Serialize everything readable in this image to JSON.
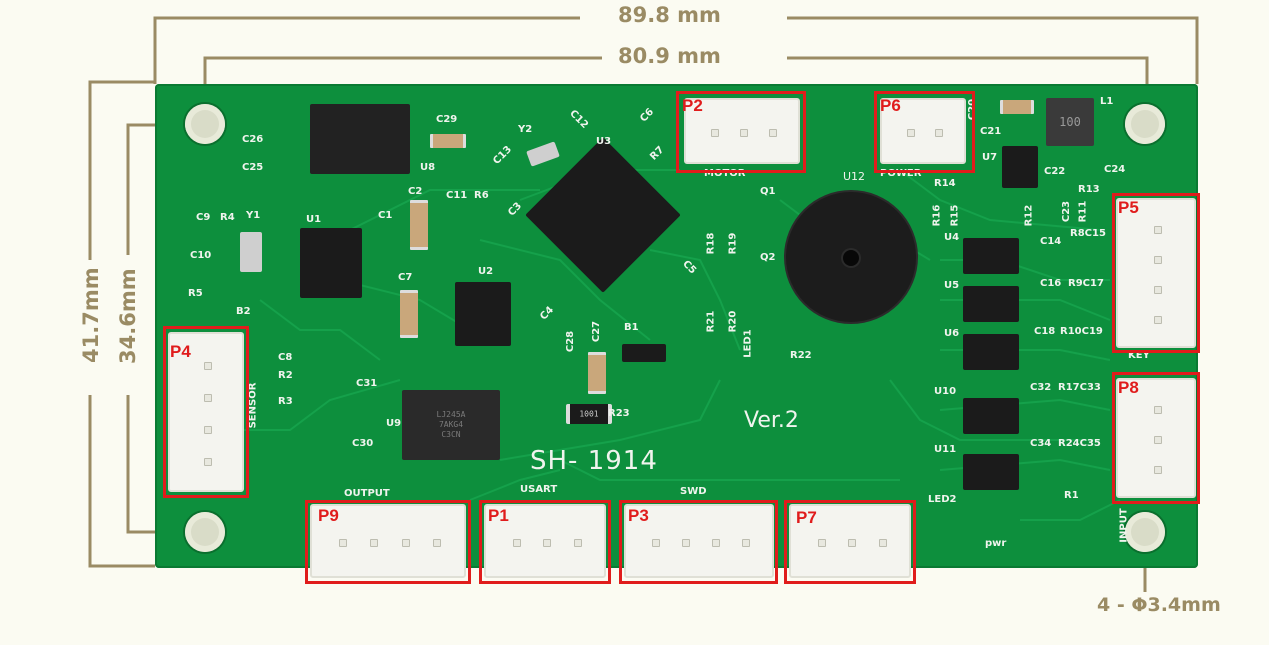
{
  "dimensions": {
    "overall_width": "89.8 mm",
    "hole_spacing_width": "80.9 mm",
    "overall_height": "41.7mm",
    "hole_spacing_height": "34.6mm",
    "mounting_holes": "4 - Φ3.4mm"
  },
  "board": {
    "model": "SH- 1914",
    "version": "Ver.2",
    "buzzer_ref": "U12",
    "power_led_label": "pwr"
  },
  "ports": [
    {
      "id": "P1",
      "function": "USART"
    },
    {
      "id": "P2",
      "function": "MOTOR"
    },
    {
      "id": "P3",
      "function": "SWD"
    },
    {
      "id": "P4",
      "function": "SENSOR"
    },
    {
      "id": "P5",
      "function": "KEY"
    },
    {
      "id": "P6",
      "function": "POWER"
    },
    {
      "id": "P7",
      "function": ""
    },
    {
      "id": "P8",
      "function": "INPUT"
    },
    {
      "id": "P9",
      "function": "OUTPUT"
    }
  ],
  "components": {
    "u1": "U1",
    "u2": "U2",
    "u3": "U3",
    "u7": "U7",
    "u8": "U8",
    "u9": "U9",
    "u4": "U4",
    "u5": "U5",
    "u6": "U6",
    "u10": "U10",
    "u11": "U11",
    "y1": "Y1",
    "y2": "Y2",
    "b1": "B1",
    "b2": "B2",
    "l1": "L1",
    "q1": "Q1",
    "q2": "Q2",
    "led1": "LED1",
    "led2": "LED2",
    "c26": "C26",
    "c25": "C25",
    "c29": "C29",
    "c9": "C9",
    "c10": "C10",
    "r4": "R4",
    "r5": "R5",
    "c1": "C1",
    "c2": "C2",
    "c7": "C7",
    "c8": "C8",
    "r2": "R2",
    "r3": "R3",
    "c31": "C31",
    "c30": "C30",
    "c28": "C28",
    "c27": "C27",
    "r23": "R23",
    "c11": "C11",
    "r6": "R6",
    "c3": "C3",
    "c12": "C12",
    "c13": "C13",
    "c6": "C6",
    "r7": "R7",
    "c5": "C5",
    "c4": "C4",
    "r18": "R18",
    "r19": "R19",
    "r21": "R21",
    "r20": "R20",
    "r22": "R22",
    "c20": "C20",
    "c21": "C21",
    "r14": "R14",
    "c22": "C22",
    "r13": "R13",
    "c24": "C24",
    "r16": "R16",
    "r15": "R15",
    "r12": "R12",
    "c23": "C23",
    "r11": "R11",
    "c14": "C14",
    "r8c15": "R8C15",
    "c16": "C16",
    "r9c17": "R9C17",
    "c18": "C18",
    "r10c19": "R10C19",
    "c32": "C32",
    "r17c33": "R17C33",
    "c34": "C34",
    "r24c35": "R24C35",
    "r1": "R1",
    "u9_marking1": "LJ245A",
    "u9_marking2": "7AKG4",
    "u9_marking3": "C3CN",
    "r23_value": "1001",
    "l1_value": "100"
  },
  "colors": {
    "pcb": "#0d8f3d",
    "callout": "#e01c1c",
    "dimension": "#9a8b64"
  }
}
